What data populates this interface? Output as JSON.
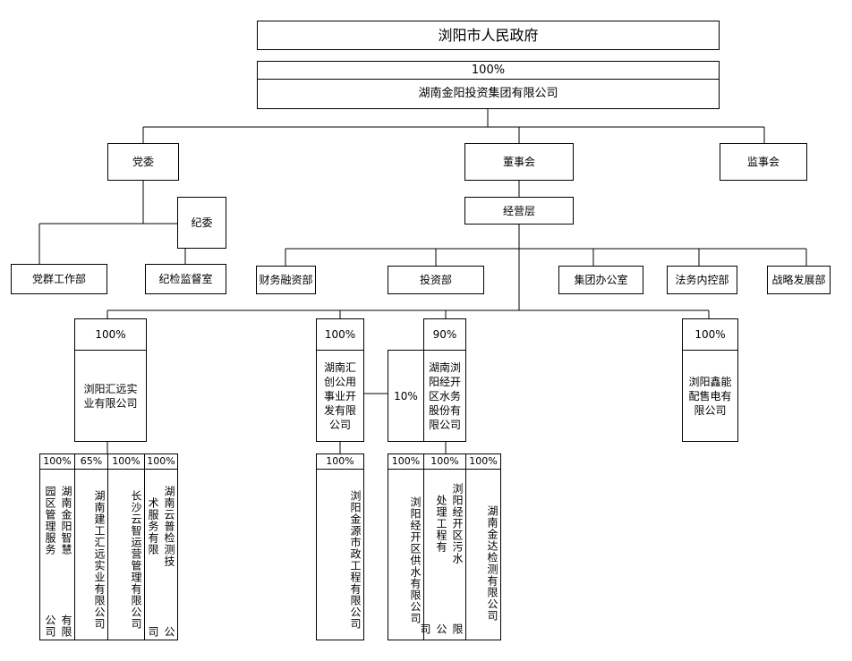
{
  "root": {
    "name": "浏阳市人民政府"
  },
  "group": {
    "pct": "100%",
    "name": "湖南金阳投资集团有限公司"
  },
  "top_level": {
    "party": "党委",
    "board": "董事会",
    "supervisory": "监事会"
  },
  "party_branch": {
    "discipline": "纪委",
    "party_work": "党群工作部",
    "inspection": "纪检监督室"
  },
  "management": {
    "name": "经营层"
  },
  "departments": [
    "财务融资部",
    "投资部",
    "集团办公室",
    "法务内控部",
    "战略发展部"
  ],
  "subsidiaries": {
    "huiyuan": {
      "pct": "100%",
      "name": "浏阳汇远实业有限公司"
    },
    "huichuang": {
      "pct": "100%",
      "name": "湖南汇创公用事业开发有限公司"
    },
    "shuiwu": {
      "pct": "90%",
      "name": "湖南浏阳经开区水务股份有限公司",
      "minor_pct": "10%"
    },
    "xinneng": {
      "pct": "100%",
      "name": "浏阳鑫能配售电有限公司"
    }
  },
  "huiyuan_children": [
    {
      "pct": "100%",
      "col1": "湖南金阳智慧园区管理服务",
      "col2": "有限公司"
    },
    {
      "pct": "65%",
      "col1": "湖南建工汇远实业有限公司"
    },
    {
      "pct": "100%",
      "col1": "长沙云智运营管理有限公司"
    },
    {
      "pct": "100%",
      "col1": "湖南云普检测技术服务有限",
      "col2": "公司"
    }
  ],
  "huichuang_children": [
    {
      "pct": "100%",
      "col1": "浏阳金源市政工程有限公司"
    }
  ],
  "shuiwu_children": [
    {
      "pct": "100%",
      "col1": "浏阳经开区供水有限公司"
    },
    {
      "pct": "100%",
      "col1": "浏阳经开区污水处理工程有",
      "col2": "限公司"
    },
    {
      "pct": "100%",
      "col1": "湖南金达检测有限公司"
    }
  ]
}
